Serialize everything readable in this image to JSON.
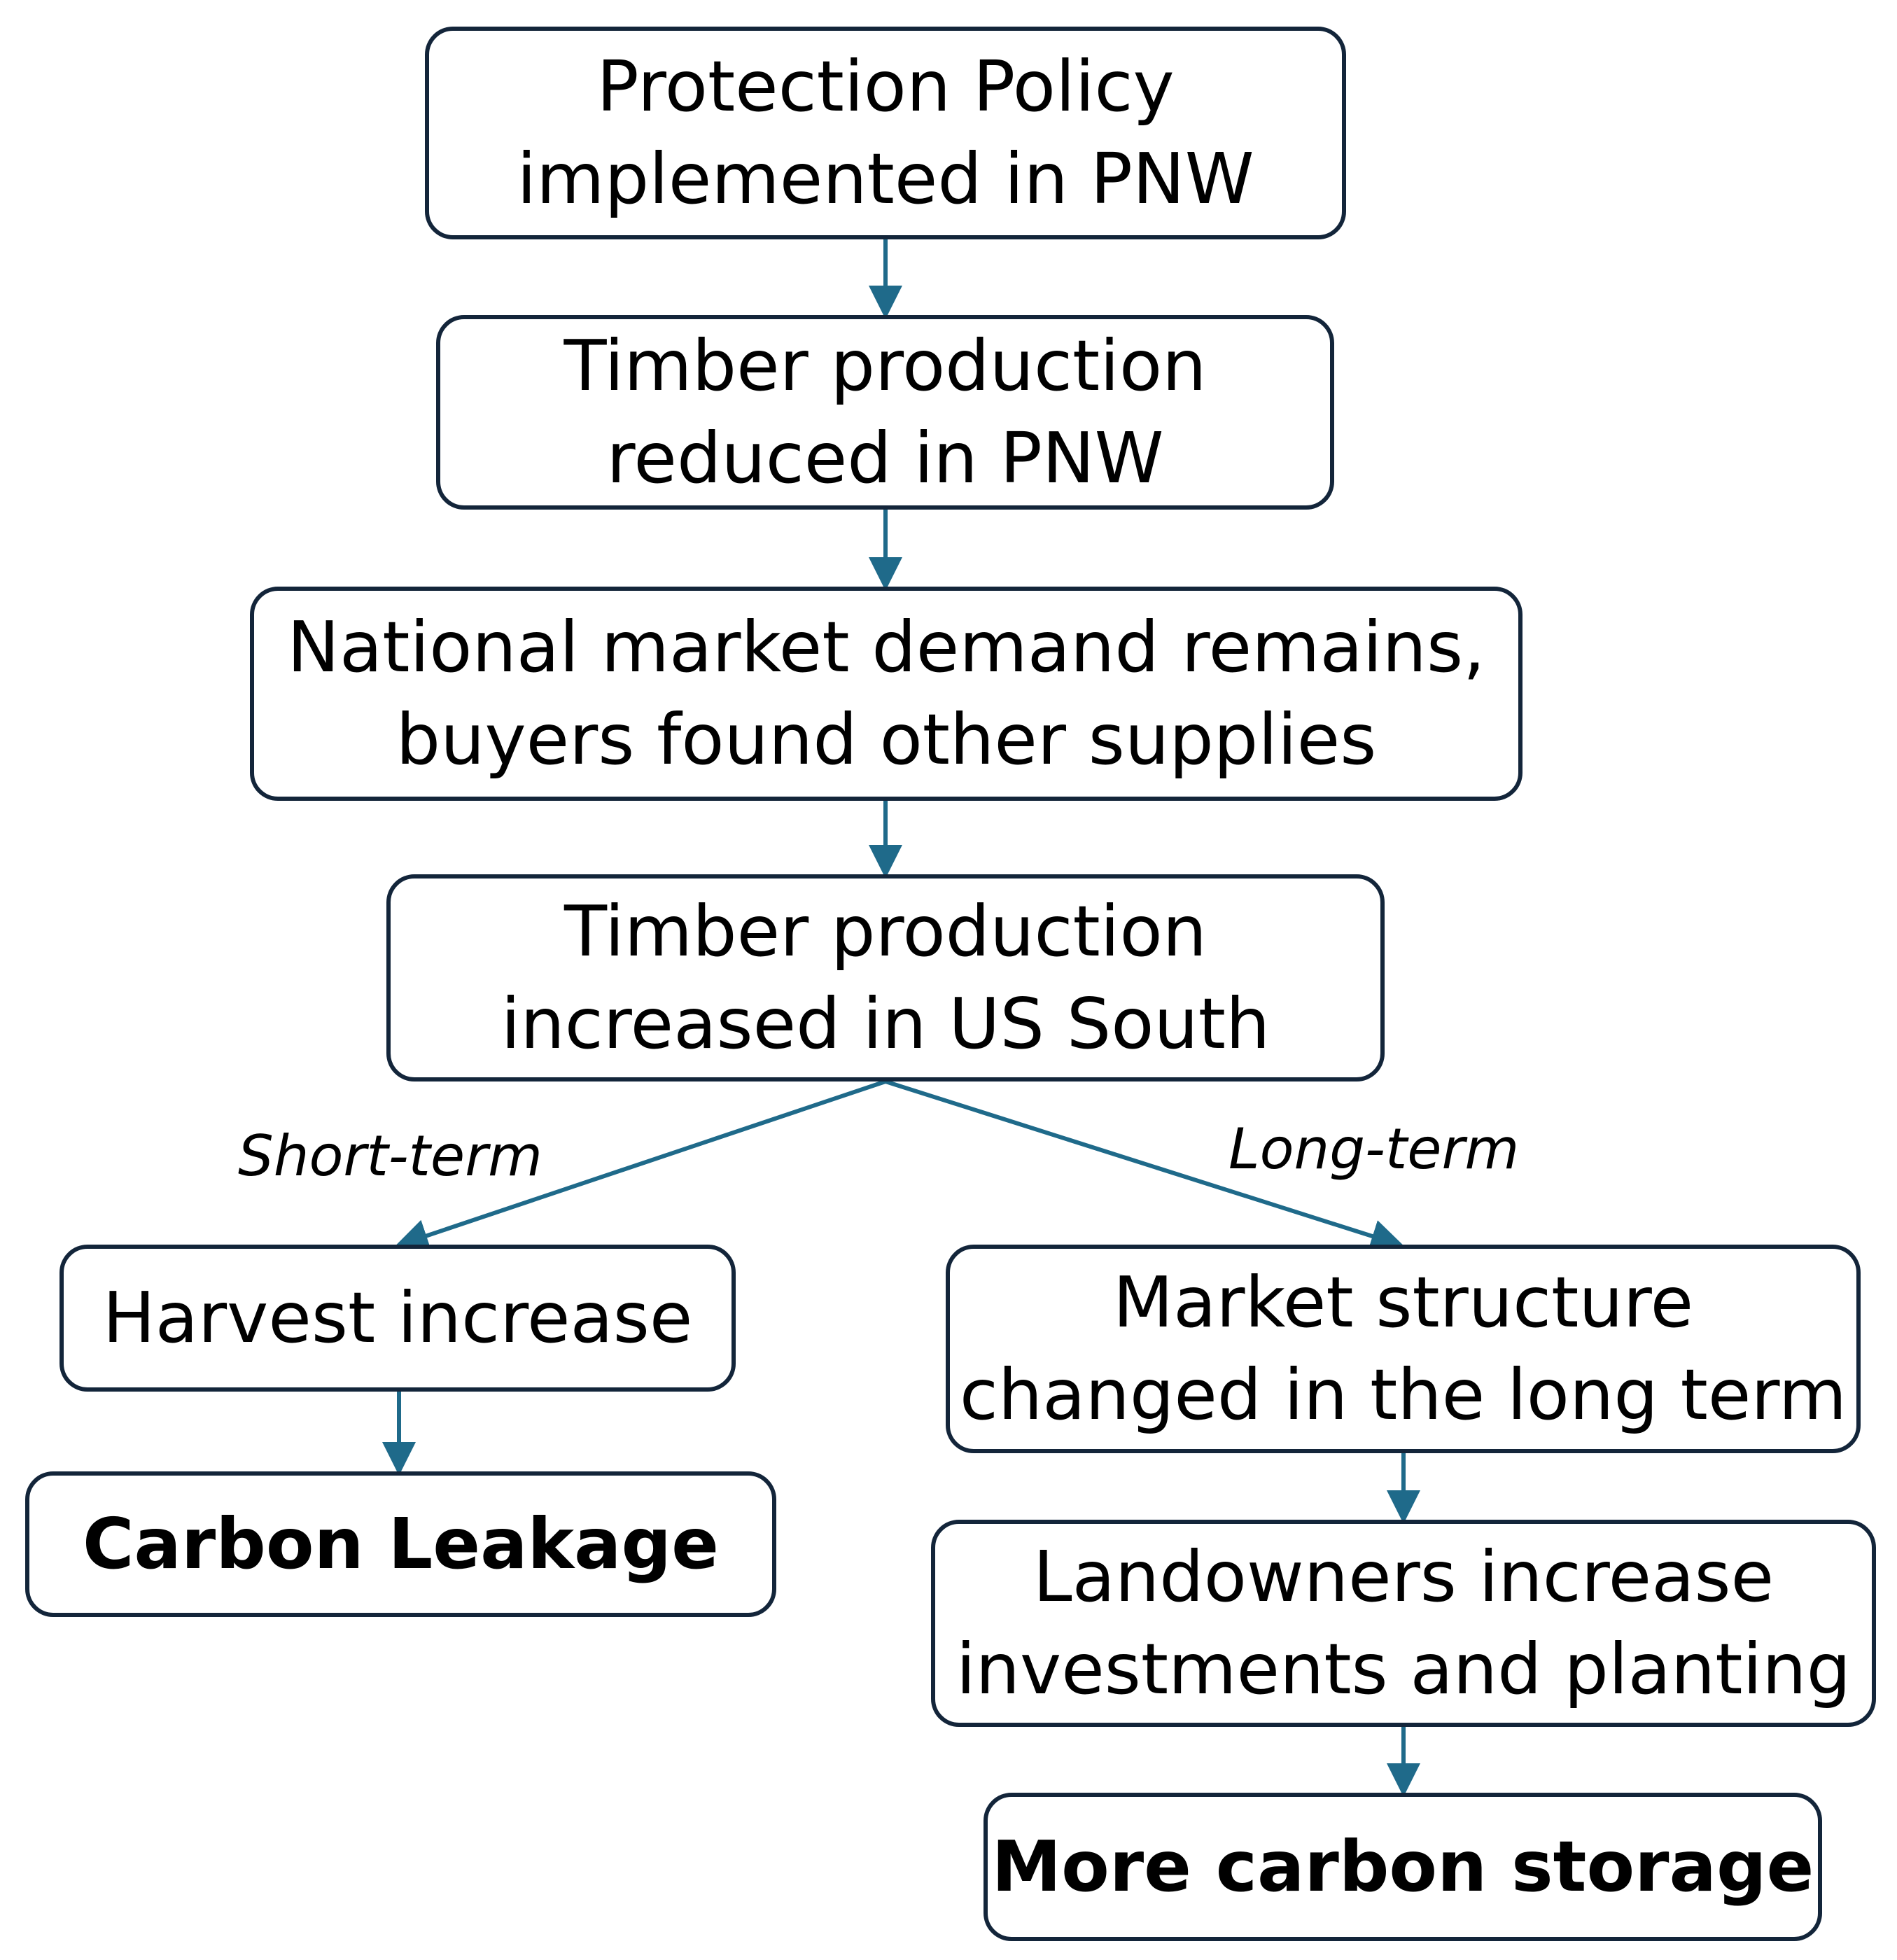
{
  "colors": {
    "arrow": "#1f6a8a",
    "box_border": "#13253a",
    "text": "#000000"
  },
  "nodes": {
    "protection_policy": {
      "lines": [
        "Protection Policy",
        "implemented in PNW"
      ]
    },
    "pnw_reduced": {
      "lines": [
        "Timber production",
        "reduced in PNW"
      ]
    },
    "national_demand": {
      "lines": [
        "National market demand remains,",
        "buyers found other supplies"
      ]
    },
    "south_increased": {
      "lines": [
        "Timber production",
        "increased in US South"
      ]
    },
    "harvest_increase": {
      "lines": [
        "Harvest increase"
      ]
    },
    "carbon_leakage": {
      "lines": [
        "Carbon Leakage"
      ]
    },
    "market_structure": {
      "lines": [
        "Market structure",
        "changed in the long term"
      ]
    },
    "landowners": {
      "lines": [
        "Landowners increase",
        "investments and planting"
      ]
    },
    "carbon_storage": {
      "lines": [
        "More carbon storage"
      ]
    }
  },
  "edge_labels": {
    "short_term": "Short-term",
    "long_term": "Long-term"
  }
}
